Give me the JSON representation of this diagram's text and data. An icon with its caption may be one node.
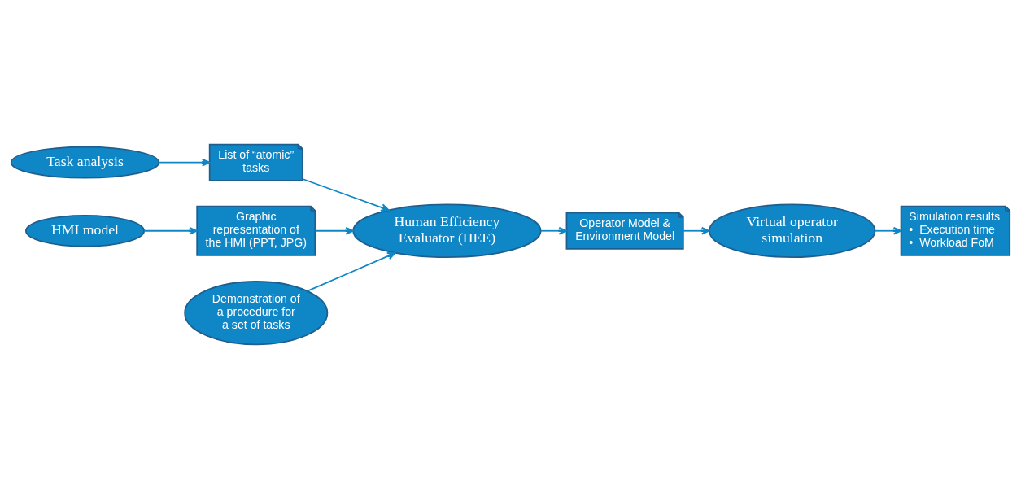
{
  "diagram": {
    "nodes": [
      {
        "text": [
          "Task analysis"
        ]
      },
      {
        "text": [
          "List of “atomic” tasks"
        ]
      },
      {
        "text": [
          "HMI model"
        ]
      },
      {
        "text": [
          "Graphic representation of the HMI (PPT, JPG)"
        ]
      },
      {
        "text": [
          "Demonstration of a procedure for a set of tasks"
        ]
      },
      {
        "text": [
          "Human Efficiency Evaluator (HEE)"
        ]
      },
      {
        "text": [
          "Operator Model & Environment Model"
        ]
      },
      {
        "text": [
          "Virtual operator simulation"
        ]
      },
      {
        "text": [
          "Simulation results",
          "•  Execution time",
          "•  Workload FoM"
        ]
      }
    ],
    "edges": [
      {
        "from": 0,
        "to": 1,
        "arrow": "to"
      },
      {
        "from": 2,
        "to": 3,
        "arrow": "to"
      },
      {
        "from": 1,
        "to": 5,
        "arrow": "to"
      },
      {
        "from": 3,
        "to": 5,
        "arrow": "to"
      },
      {
        "from": 4,
        "to": 5,
        "arrow": "to"
      },
      {
        "from": 5,
        "to": 6,
        "arrow": "to"
      },
      {
        "from": 6,
        "to": 7,
        "arrow": "to"
      },
      {
        "from": 7,
        "to": 8,
        "arrow": "to"
      }
    ]
  }
}
